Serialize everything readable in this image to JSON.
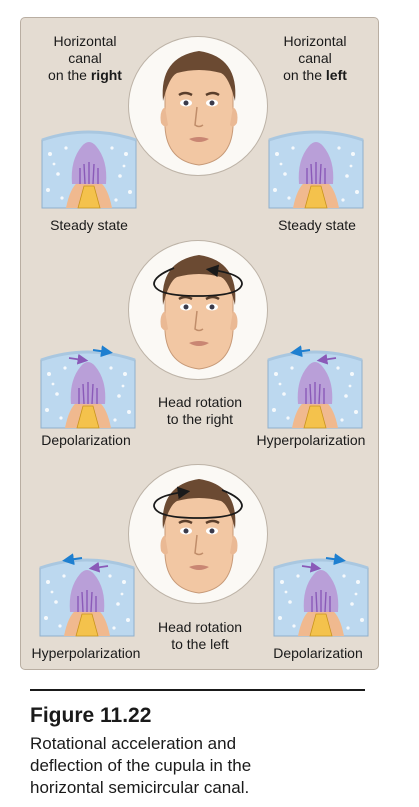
{
  "top": {
    "left_label_line1": "Horizontal",
    "left_label_line2": "canal",
    "left_label_prefix": "on the ",
    "left_label_bold": "right",
    "right_label_line1": "Horizontal",
    "right_label_line2": "canal",
    "right_label_prefix": "on the ",
    "right_label_bold": "left",
    "left_state": "Steady state",
    "right_state": "Steady state"
  },
  "middle": {
    "left_state": "Depolarization",
    "right_state": "Hyperpolarization",
    "rotation_line1": "Head rotation",
    "rotation_line2": "to the right"
  },
  "bottom": {
    "left_state": "Hyperpolarization",
    "right_state": "Depolarization",
    "rotation_line1": "Head rotation",
    "rotation_line2": "to the left"
  },
  "figure": {
    "title": "Figure 11.22",
    "caption_line1": "Rotational acceleration and",
    "caption_line2": "deflection of the cupula in the",
    "caption_line3": "horizontal semicircular canal."
  },
  "colors": {
    "panel_bg": "#e4dcd2",
    "endolymph": "#bcd8ef",
    "cupula": "#b89ad6",
    "skin": "#f2c7a3",
    "hair": "#6b4a32",
    "arrow_blue": "#1e7fd0",
    "arrow_purple": "#8a5ab8"
  }
}
